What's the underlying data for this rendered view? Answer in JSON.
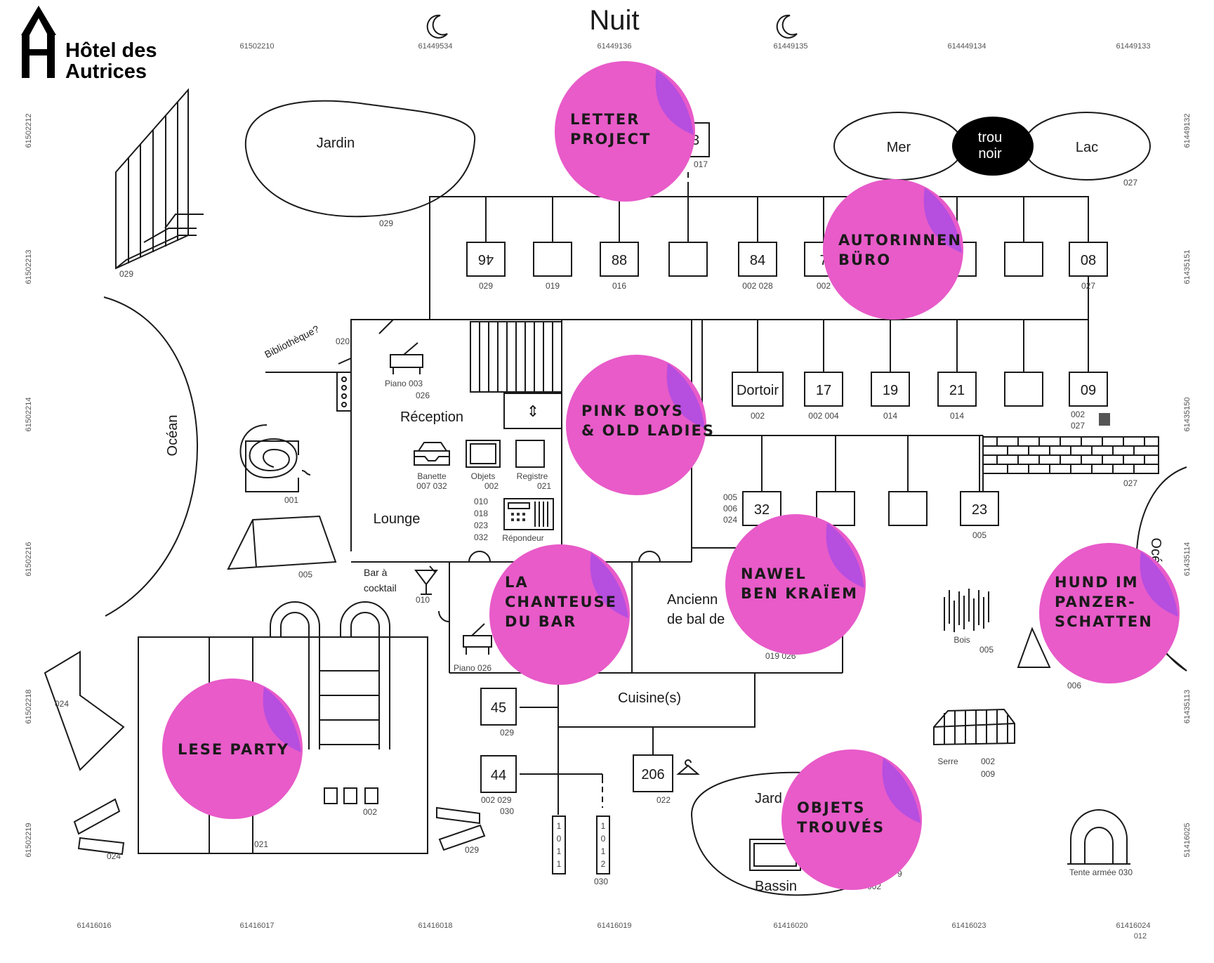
{
  "brand": {
    "line1": "Hôtel des",
    "line2": "Autrices"
  },
  "title": "Nuit",
  "codes_top": [
    "61502210",
    "61449534",
    "61449136",
    "61449135",
    "614449134",
    "61449133"
  ],
  "codes_bottom": [
    "61416016",
    "61416017",
    "61416018",
    "61416019",
    "61416020",
    "61416023",
    "61416024"
  ],
  "code_bottom_extra": "012",
  "codes_left": [
    "61502212",
    "61502213",
    "61502214",
    "61502216",
    "61502218",
    "61502219"
  ],
  "codes_right": [
    "61449132",
    "61435151",
    "61435150",
    "61435114",
    "61435113",
    "51416025"
  ],
  "places": {
    "jardin_top": "Jardin",
    "jardin_top_num": "029",
    "mer": "Mer",
    "trou1": "trou",
    "trou2": "noir",
    "lac": "Lac",
    "mer_lac_num": "027",
    "ocean_left": "Océan",
    "ocean_right": "Océan",
    "bibliotheque": "Bibliothèque?",
    "bibliotheque_num": "020",
    "reception": "Réception",
    "lounge": "Lounge",
    "piano1": "Piano 003",
    "piano1b": "026",
    "banette": "Banette",
    "banette_num": "007 032",
    "objets": "Objets",
    "objets_num": "002",
    "registre": "Registre",
    "registre_num": "021",
    "phone_nums": [
      "010",
      "018",
      "023",
      "032"
    ],
    "repondeur": "Répondeur",
    "bar1": "Bar à",
    "bar2": "cocktail",
    "bar_num": "010",
    "piano2": "Piano 026",
    "ancien1": "Ancienn",
    "ancien2": "de bal de",
    "ancien_num": "019 026",
    "cuisine": "Cuisine(s)",
    "bois": "Bois",
    "bois_num": "005",
    "serre": "Serre",
    "serre_num1": "002",
    "serre_num2": "009",
    "tente": "Tente armée 030",
    "jardin_bottom": "Jard",
    "bassin": "Bassin",
    "bassin_num1": "9",
    "bassin_num2": "002",
    "escalier_num": "029",
    "spiral_num": "001",
    "tent_num": "005",
    "brick_num": "027",
    "bowtie_num1": "024",
    "bowtie_num2": "024",
    "pool_num1": "021",
    "pool_num2": "002",
    "planks_num": "029",
    "tent_right_num": "006",
    "room_45_num": "029",
    "room_44_num1": "002 029",
    "room_44_num2": "030",
    "room_206_num": "022",
    "col1011": [
      "1",
      "0",
      "1",
      "1"
    ],
    "col1012": [
      "1",
      "0",
      "1",
      "2"
    ],
    "col_num": "030",
    "room_017_num": "017"
  },
  "rooms_row1": [
    {
      "label": "46",
      "num": "029"
    },
    {
      "label": "",
      "num": "019"
    },
    {
      "label": "88",
      "num": "016"
    },
    {
      "label": "",
      "num": ""
    },
    {
      "label": "84",
      "num": "002 028"
    },
    {
      "label": "7",
      "num": "002"
    },
    {
      "label": "",
      "num": ""
    },
    {
      "label": "",
      "num": ""
    },
    {
      "label": "",
      "num": ""
    },
    {
      "label": "08",
      "num": "027"
    }
  ],
  "rooms_row2": [
    {
      "label": "Dortoir",
      "num": "002"
    },
    {
      "label": "17",
      "num": "002 004"
    },
    {
      "label": "19",
      "num": "014"
    },
    {
      "label": "21",
      "num": "014"
    },
    {
      "label": "",
      "num": ""
    },
    {
      "label": "09",
      "num": "002 027"
    }
  ],
  "rooms_row3": [
    {
      "label": "32",
      "num": "005 006 024"
    },
    {
      "label": "",
      "num": ""
    },
    {
      "label": "",
      "num": ""
    },
    {
      "label": "23",
      "num": "005"
    }
  ],
  "room_top": "13",
  "room_45": "45",
  "room_44": "44",
  "room_206": "206",
  "stickers": [
    {
      "lines": [
        "LETTER",
        "PROJECT"
      ]
    },
    {
      "lines": [
        "AUTORINNEN",
        "BÜRO"
      ]
    },
    {
      "lines": [
        "PINK BOYS",
        "& OLD LADIES"
      ]
    },
    {
      "lines": [
        "LA",
        "CHANTEUSE",
        "DU BAR"
      ]
    },
    {
      "lines": [
        "NAWEL",
        "BEN KRAÏEM"
      ]
    },
    {
      "lines": [
        "HUND IM",
        "PANZER-",
        "SCHATTEN"
      ]
    },
    {
      "lines": [
        "LESE PARTY"
      ]
    },
    {
      "lines": [
        "OBJETS",
        "TROUVÉS"
      ]
    }
  ],
  "colors": {
    "sticker": "#e85bc9",
    "sticker_fold": "#b64ee0",
    "ink": "#1a1a1a",
    "accent": "#000000"
  }
}
